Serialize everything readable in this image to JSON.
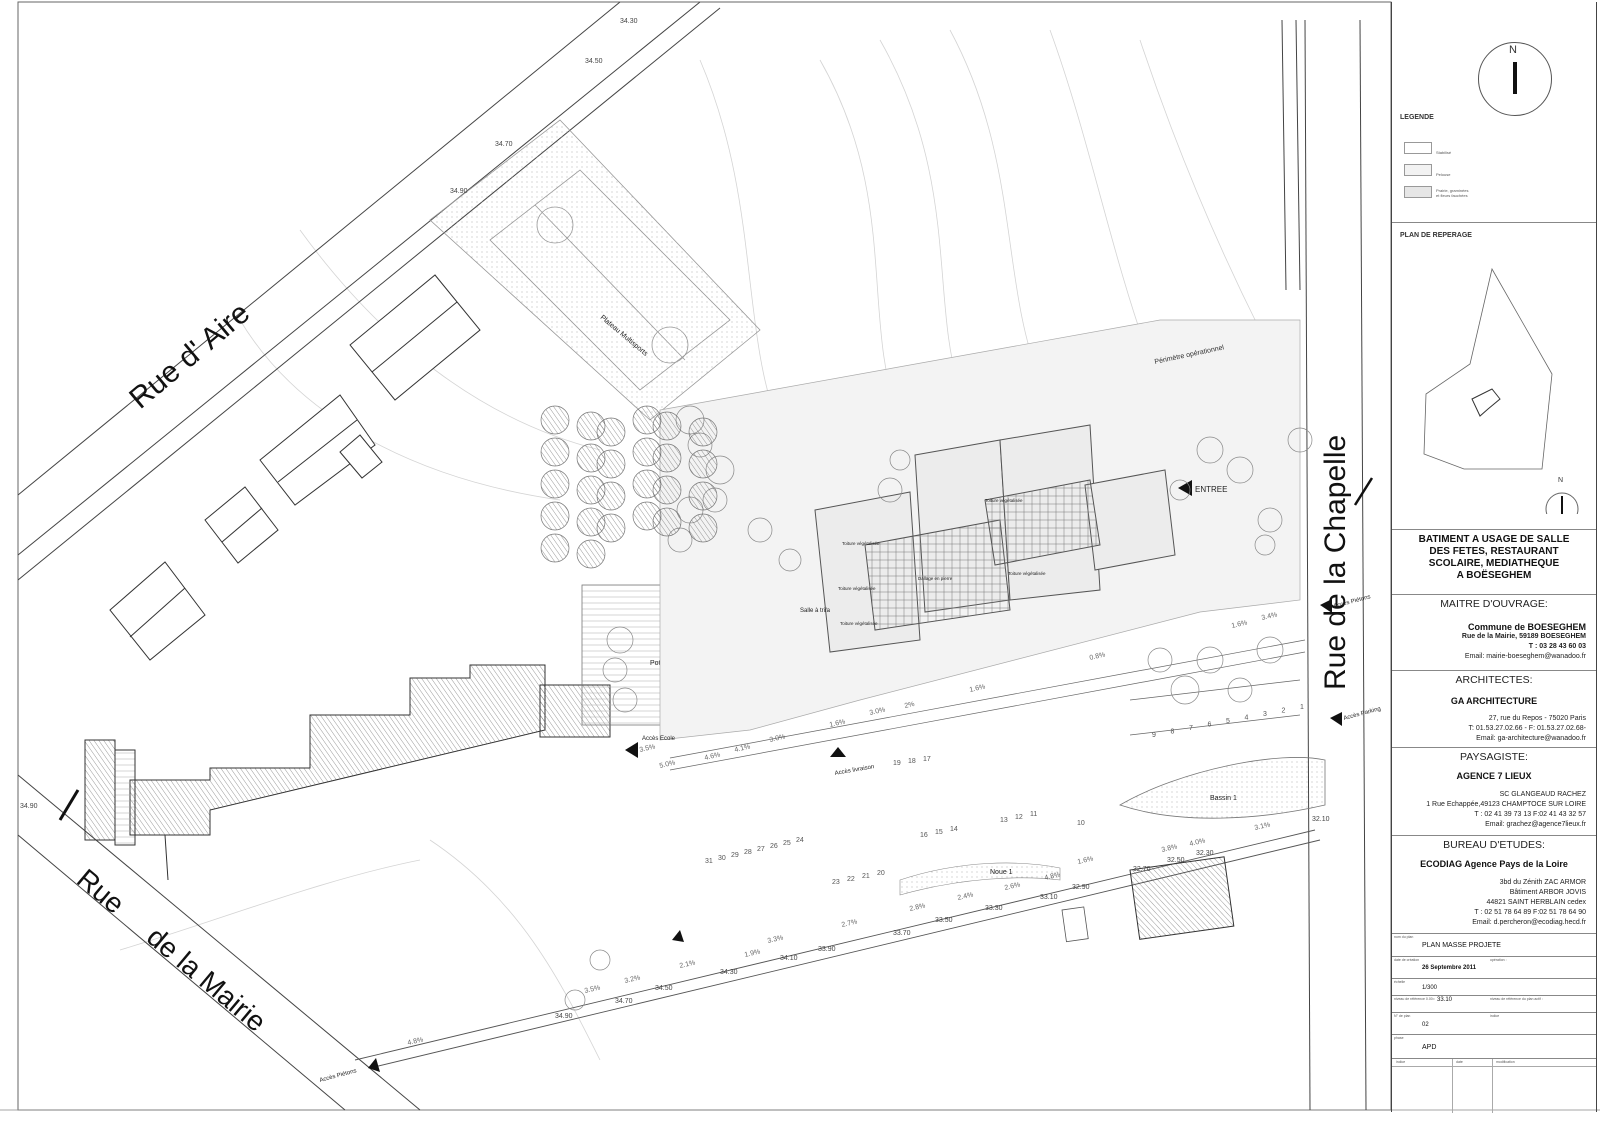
{
  "streets": {
    "aire": "Rue  d'  Aire",
    "mairie_a": "Rue",
    "mairie_b": "de la Mairie",
    "chapelle": "Rue  de  la  Chapelle"
  },
  "labels": {
    "plateau": "Plateau Multisports",
    "potager": "Potager",
    "entree": "ENTREE",
    "acces_ecole": "Accès Ecole",
    "acces_livraison": "Accès livraison",
    "acces_pietons_e": "Accès Piétons",
    "acces_parking": "Accès Parking",
    "acces_pietons_s": "Accès Piétons",
    "bassin": "Bassin 1",
    "noue": "Noue 1",
    "salle_tri": "Salle à tri/a",
    "toiture_veg": "Toiture végétalisée",
    "toiture_veg2": "Toiture végétalisée",
    "toiture_veg3": "Toiture végétalisée",
    "toiture_veg4": "Toiture végétalisée",
    "toiture_veg5": "Toiture végétalisée",
    "dallage": "Dallage en pierre",
    "perimetre": "Périmètre opérationnel"
  },
  "elevations": {
    "e1": "34.30",
    "e2": "34.50",
    "e3": "34.70",
    "e4": "34.90",
    "e5": "34.90",
    "b1": "34.90",
    "b2": "34.70",
    "b3": "34.50",
    "b4": "34.30",
    "b5": "34.10",
    "b6": "33.90",
    "b7": "33.70",
    "b8": "33.50",
    "b9": "33.30",
    "b10": "33.10",
    "b11": "32.90",
    "b12": "32.70",
    "b13": "32.50",
    "b14": "32.30",
    "b15": "32.10"
  },
  "slopes": {
    "s1": "1.6%",
    "s2": "3.4%",
    "s3": "0.8%",
    "s4": "1.6%",
    "s5": "3.0%",
    "s6": "2%",
    "s7": "1.6%",
    "s8": "3.0%",
    "s9": "4.1%",
    "s10": "4.6%",
    "s11": "5.0%",
    "s12": "3.5%",
    "s13": "3.3%",
    "s14": "2.7%",
    "s15": "2.8%",
    "s16": "2.4%",
    "s17": "2.6%",
    "s18": "4.8%",
    "s19": "1.6%",
    "s20": "3.8%",
    "s21": "4.0%",
    "s22": "3.1%",
    "s23": "1.9%",
    "s24": "2.1%",
    "s25": "3.5%",
    "s26": "3.2%",
    "s27": "4.8%"
  },
  "parking_top": [
    "9",
    "8",
    "7",
    "6",
    "5",
    "4",
    "3",
    "2",
    "1"
  ],
  "parking_mid": [
    "19",
    "18",
    "17"
  ],
  "parking_left": [
    "31",
    "30",
    "29",
    "28",
    "27",
    "26",
    "25",
    "24"
  ],
  "parking_bottom_a": [
    "23",
    "22",
    "21",
    "20"
  ],
  "parking_bottom_b": [
    "16",
    "15",
    "14"
  ],
  "parking_bottom_c": [
    "13",
    "12",
    "11"
  ],
  "parking_bottom_d": [
    "10"
  ],
  "panel": {
    "north": "N",
    "legende": "LEGENDE",
    "leg1": "Stabilisé",
    "leg2": "Pelouse",
    "leg3a": "Prairie, graminées",
    "leg3b": "et fleurs fauchées",
    "plan_reperage": "PLAN DE REPERAGE",
    "north2": "N",
    "title1": "BATIMENT A USAGE DE SALLE",
    "title2": "DES FETES, RESTAURANT",
    "title3": "SCOLAIRE, MEDIATHEQUE",
    "title4": "A BOËSEGHEM",
    "mo_head": "MAITRE D'OUVRAGE:",
    "mo_name": "Commune de BOESEGHEM",
    "mo_addr": "Rue de la Mairie, 59189 BOESEGHEM",
    "mo_tel": "T : 03 28 43 60 03",
    "mo_email": "Email: mairie-boeseghem@wanadoo.fr",
    "arch_head": "ARCHITECTES:",
    "arch_name": "GA ARCHITECTURE",
    "arch_addr": "27, rue du Repos  -  75020 Paris",
    "arch_tel": "T: 01.53.27.02.66 - F: 01.53.27.02.68-",
    "arch_email": "Email: ga-architecture@wanadoo.fr",
    "pay_head": "PAYSAGISTE:",
    "pay_name": "AGENCE 7 LIEUX",
    "pay_l1": "SC GLANGEAUD RACHEZ",
    "pay_l2": "1 Rue Echappée,49123 CHAMPTOCE SUR LOIRE",
    "pay_l3": "T : 02 41 39 73 13 F:02 41 43 32 57",
    "pay_l4": "Email: grachez@agence7lieux.fr",
    "be_head": "BUREAU D'ETUDES:",
    "be_name": "ECODIAG Agence Pays de la Loire",
    "be_l1": "3bd du Zénith ZAC ARMOR",
    "be_l2": "Bâtiment ARBOR JOVIS",
    "be_l3": "44821 SAINT HERBLAIN cedex",
    "be_l4": "T : 02 51 78 64 89 F:02 51 78 64 90",
    "be_l5": "Email: d.percheron@ecodiag.hecd.fr",
    "r1_label": "nom du plan",
    "r1_val": "PLAN MASSE PROJETE",
    "r2_label": "date de création",
    "r2_val": "26 Septembre 2011",
    "r2_label2": "opération :",
    "r3_label": "échelle",
    "r3_val": "1/300",
    "r4_label": "niveau de référence 0.00=",
    "r4_val": "33.10",
    "r4_label2": "niveau de référence du plan actif :",
    "r5_label": "N° de plan",
    "r5_val": "02",
    "r5_label2": "indice",
    "r6_label": "phase",
    "r6_val": "APD",
    "r7_a": "indice",
    "r7_b": "date",
    "r7_c": "modification"
  }
}
